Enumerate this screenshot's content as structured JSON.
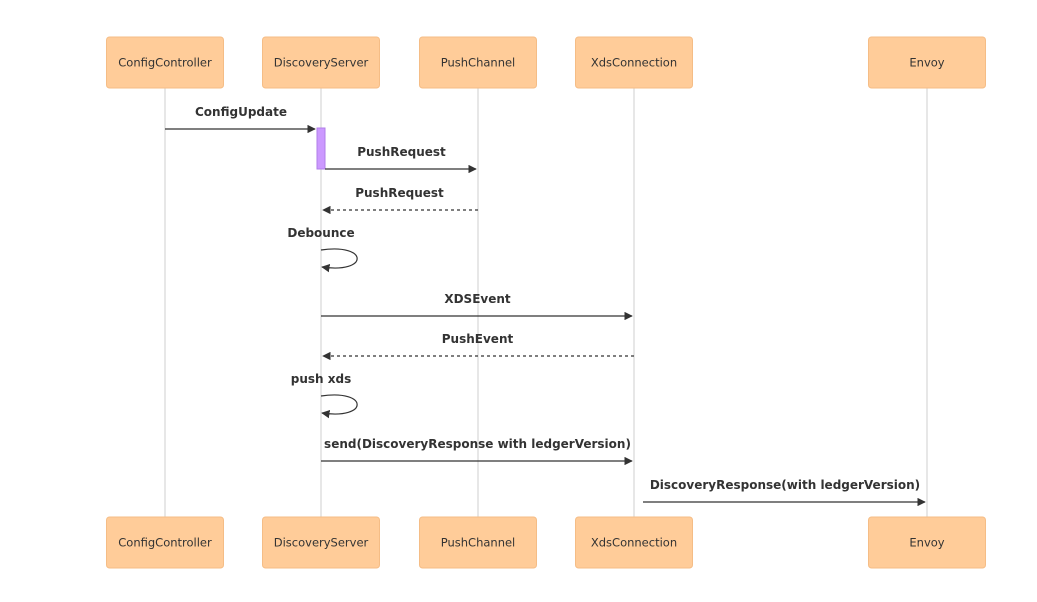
{
  "diagram": {
    "type": "sequence",
    "colors": {
      "actor_fill": "#ffcc99",
      "actor_border": "#f5bd86",
      "activation_fill": "#cc99ff",
      "line": "#333333",
      "lifeline": "#cfcfcf"
    },
    "actors": [
      {
        "id": "cc",
        "label": "ConfigController"
      },
      {
        "id": "ds",
        "label": "DiscoveryServer"
      },
      {
        "id": "pc",
        "label": "PushChannel"
      },
      {
        "id": "xc",
        "label": "XdsConnection"
      },
      {
        "id": "en",
        "label": "Envoy"
      }
    ],
    "messages": [
      {
        "from": "cc",
        "to": "ds",
        "label": "ConfigUpdate",
        "style": "solid"
      },
      {
        "from": "ds",
        "to": "pc",
        "label": "PushRequest",
        "style": "solid"
      },
      {
        "from": "pc",
        "to": "ds",
        "label": "PushRequest",
        "style": "dashed"
      },
      {
        "from": "ds",
        "to": "ds",
        "label": "Debounce",
        "style": "self"
      },
      {
        "from": "ds",
        "to": "xc",
        "label": "XDSEvent",
        "style": "solid"
      },
      {
        "from": "xc",
        "to": "ds",
        "label": "PushEvent",
        "style": "dashed"
      },
      {
        "from": "ds",
        "to": "ds",
        "label": "push xds",
        "style": "self"
      },
      {
        "from": "ds",
        "to": "xc",
        "label": "send(DiscoveryResponse with ledgerVersion)",
        "style": "solid"
      },
      {
        "from": "xc",
        "to": "en",
        "label": "DiscoveryResponse(with ledgerVersion)",
        "style": "solid"
      }
    ]
  }
}
